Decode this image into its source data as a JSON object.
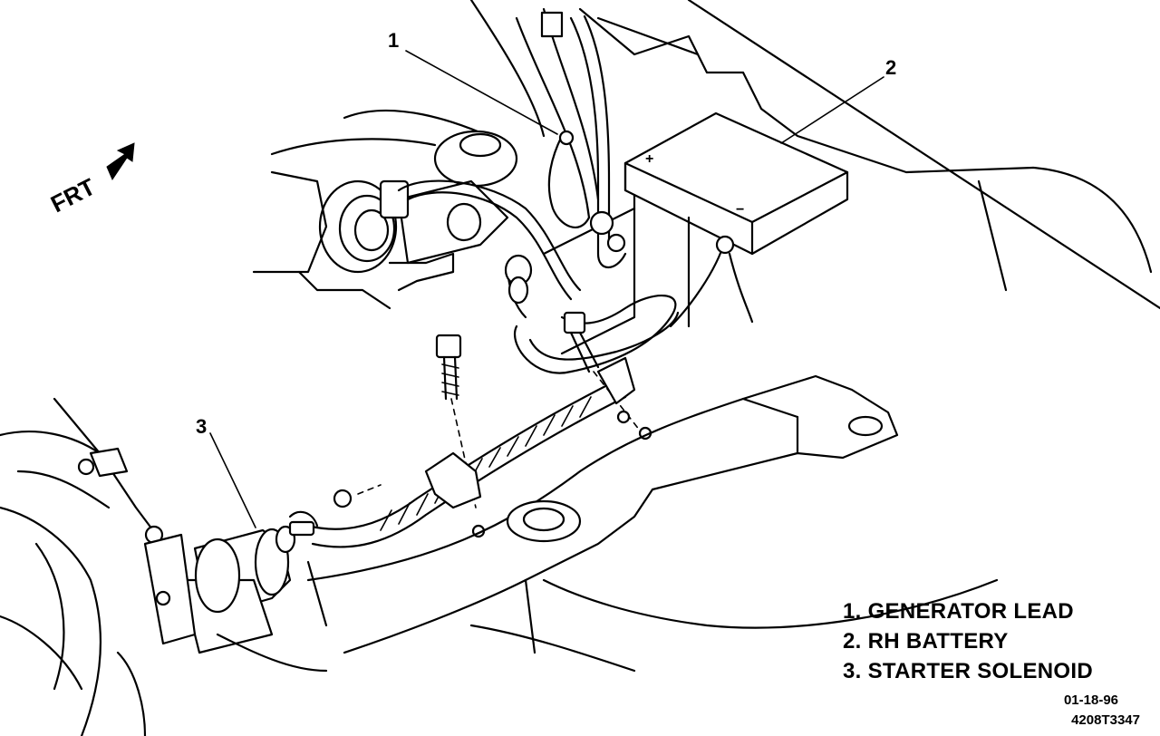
{
  "callouts": {
    "c1": "1",
    "c2": "2",
    "c3": "3"
  },
  "direction_label": "FRT",
  "legend": [
    "1. GENERATOR LEAD",
    "2. RH BATTERY",
    "3. STARTER SOLENOID"
  ],
  "stamp": {
    "date": "01-18-96",
    "code": "4208T3347"
  }
}
